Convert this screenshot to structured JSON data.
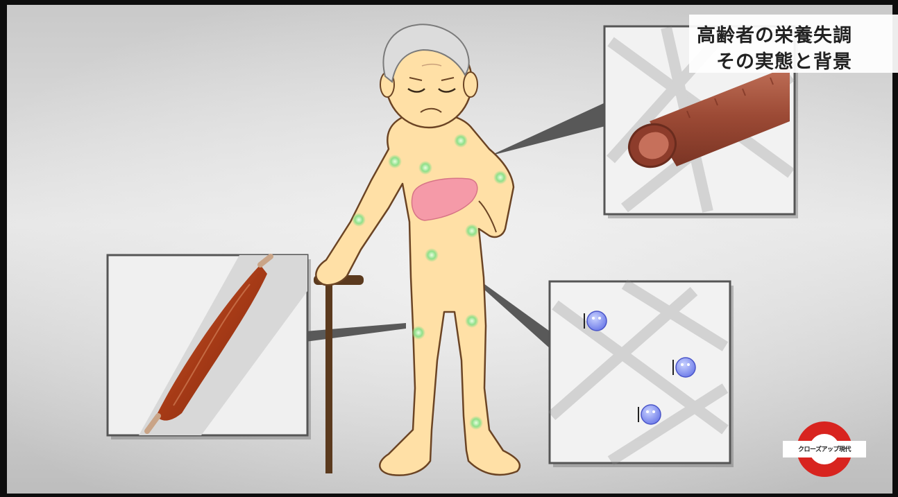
{
  "caption": {
    "line1": "高齢者の栄養失調",
    "line2": "その実態と背景"
  },
  "logo": {
    "text": "クローズアップ現代",
    "colors": {
      "ring": "#d8241f",
      "center": "#ffffff"
    }
  },
  "colors": {
    "skin": "#ffe0a6",
    "outline": "#5a3a20",
    "liver": "#f59aa8",
    "marker": "#7ad67a",
    "muscle": "#b2431d",
    "vessel": "#a95642",
    "cell": "#7c8cf0",
    "cane": "#5b3a1e"
  }
}
